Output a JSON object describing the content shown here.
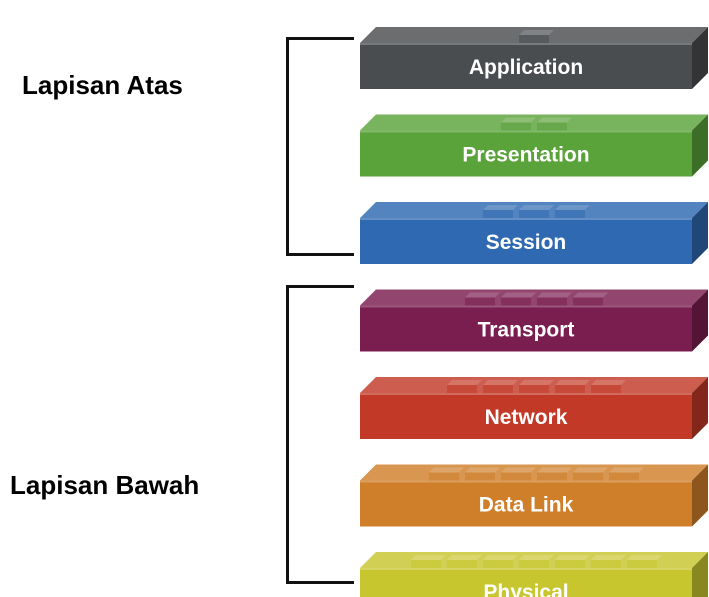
{
  "groups": {
    "upper": "Lapisan Atas",
    "lower": "Lapisan Bawah"
  },
  "layers": [
    {
      "label": "Application",
      "color": "#4a4d50",
      "pins": 1
    },
    {
      "label": "Presentation",
      "color": "#5aa23a",
      "pins": 2
    },
    {
      "label": "Session",
      "color": "#2f69b1",
      "pins": 3
    },
    {
      "label": "Transport",
      "color": "#7a1d4f",
      "pins": 4
    },
    {
      "label": "Network",
      "color": "#c23a27",
      "pins": 5
    },
    {
      "label": "Data Link",
      "color": "#cf7f2a",
      "pins": 6
    },
    {
      "label": "Physical",
      "color": "#c8c62f",
      "pins": 7
    }
  ]
}
